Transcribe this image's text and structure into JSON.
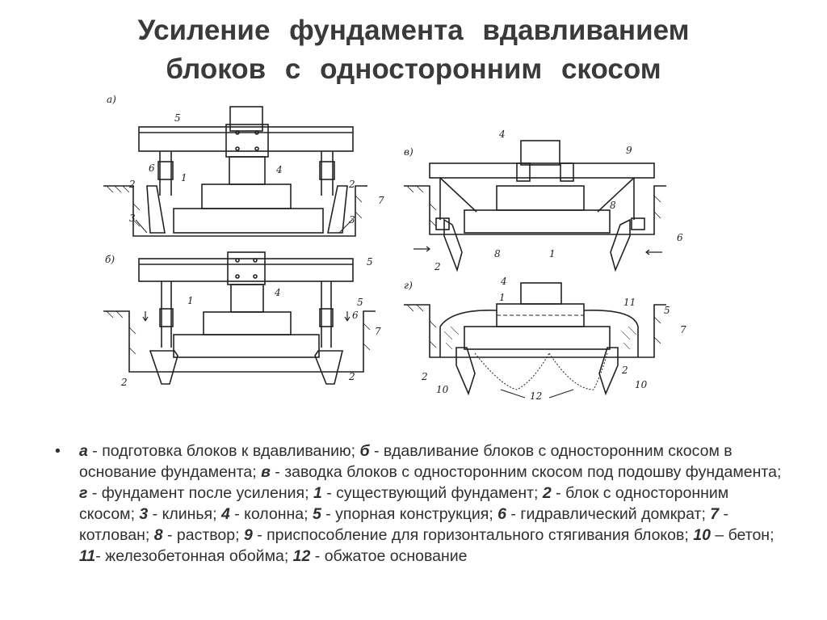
{
  "title": {
    "line1": "Усиление фундамента вдавливанием",
    "line2": "блоков с односторонним скосом"
  },
  "panels": {
    "a": "а)",
    "b": "б)",
    "v": "в)",
    "g": "г)"
  },
  "numbers": [
    "1",
    "2",
    "3",
    "4",
    "5",
    "6",
    "7",
    "8",
    "9",
    "10",
    "11",
    "12"
  ],
  "caption": {
    "bullet": "•",
    "parts": [
      {
        "k": "а",
        "t": " - подготовка блоков к вдавливанию; "
      },
      {
        "k": "б",
        "t": " - вдавливание блоков с односторонним скосом в основание фундамента; "
      },
      {
        "k": "в",
        "t": " - заводка блоков с односторонним скосом под подошву фундамента; "
      },
      {
        "k": "г",
        "t": " - фундамент после усиления; "
      },
      {
        "k": "1",
        "t": " - существующий фундамент; "
      },
      {
        "k": "2",
        "t": " - блок с односторонним скосом; "
      },
      {
        "k": "3",
        "t": " - клинья; "
      },
      {
        "k": "4",
        "t": " - колонна; "
      },
      {
        "k": "5",
        "t": " - упорная конструкция; "
      },
      {
        "k": "6",
        "t": " - гидравлический домкрат; "
      },
      {
        "k": "7",
        "t": " - котлован; "
      },
      {
        "k": "8",
        "t": " - раствор; "
      },
      {
        "k": "9",
        "t": " - приспособление для горизонтального стягивания блоков; "
      },
      {
        "k": "10",
        "t": " – бетон; "
      },
      {
        "k": "11",
        "t": "- железобетонная обойма; "
      },
      {
        "k": "12",
        "t": " - обжатое основание"
      }
    ]
  }
}
